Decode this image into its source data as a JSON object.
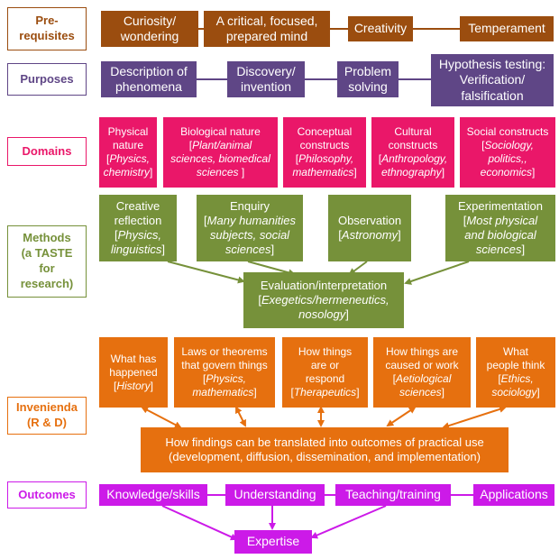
{
  "colors": {
    "prerequisites": "#9b4d0f",
    "purposes": "#5f4686",
    "domains": "#ea1769",
    "methods": "#76913a",
    "invenienda": "#e6700f",
    "outcomes": "#cc1ae8"
  },
  "labels": {
    "prerequisites": "Pre-\nrequisites",
    "purposes": "Purposes",
    "domains": "Domains",
    "methods": "Methods\n(a TASTE\nfor\nresearch)",
    "invenienda": "Invenienda\n(R & D)",
    "outcomes": "Outcomes"
  },
  "prerequisites": [
    "Curiosity/\nwondering",
    "A critical, focused,\nprepared mind",
    "Creativity",
    "Temperament"
  ],
  "purposes": [
    "Description of\nphenomena",
    "Discovery/\ninvention",
    "Problem\nsolving",
    "Hypothesis testing:\nVerification/\nfalsification"
  ],
  "domains": [
    {
      "title": "Physical\nnature",
      "pre": "[",
      "examples": "Physics,\nchemistry",
      "post": "]"
    },
    {
      "title": "Biological nature",
      "pre": "[",
      "examples": "Plant/animal\nsciences, biomedical\nsciences",
      "post": " ]"
    },
    {
      "title": "Conceptual\nconstructs",
      "pre": "[",
      "examples": "Philosophy,\nmathematics",
      "post": "]"
    },
    {
      "title": "Cultural\nconstructs",
      "pre": "[",
      "examples": "Anthropology,\nethnography",
      "post": "]"
    },
    {
      "title": "Social constructs",
      "pre": "[",
      "examples": "Sociology,\npolitics,,\neconomics",
      "post": "]"
    }
  ],
  "methods": [
    {
      "title": "Creative\nreflection",
      "pre": "[",
      "examples": "Physics,\nlinguistics",
      "post": "]"
    },
    {
      "title": "Enquiry",
      "pre": "[",
      "examples": "Many humanities\nsubjects, social\nsciences",
      "post": "]"
    },
    {
      "title": "Observation",
      "pre": "[",
      "examples": "Astronomy",
      "post": "]"
    },
    {
      "title": "Experimentation",
      "pre": "[",
      "examples": "Most physical\nand biological\nsciences",
      "post": "]"
    }
  ],
  "evaluation": {
    "title": "Evaluation/interpretation",
    "pre": "[",
    "examples": "Exegetics/hermeneutics,\nnosology",
    "post": "]"
  },
  "invenienda": [
    {
      "title": "What has\nhappened",
      "pre": "[",
      "examples": "History",
      "post": "]"
    },
    {
      "title": "Laws or theorems\nthat govern things",
      "pre": "[",
      "examples": "Physics,\nmathematics",
      "post": "]"
    },
    {
      "title": "How things\nare  or\nrespond",
      "pre": "[",
      "examples": "Therapeutics",
      "post": "]"
    },
    {
      "title": "How things are\ncaused or work",
      "pre": "[",
      "examples": "Aetiological\nsciences",
      "post": "]"
    },
    {
      "title": "What\npeople think",
      "pre": "[",
      "examples": "Ethics,\nsociology",
      "post": "]"
    }
  ],
  "translation": "How findings can be translated into outcomes of practical use\n(development, diffusion, dissemination, and implementation)",
  "outcomes": [
    "Knowledge/skills",
    "Understanding",
    "Teaching/training",
    "Applications"
  ],
  "expertise": "Expertise"
}
